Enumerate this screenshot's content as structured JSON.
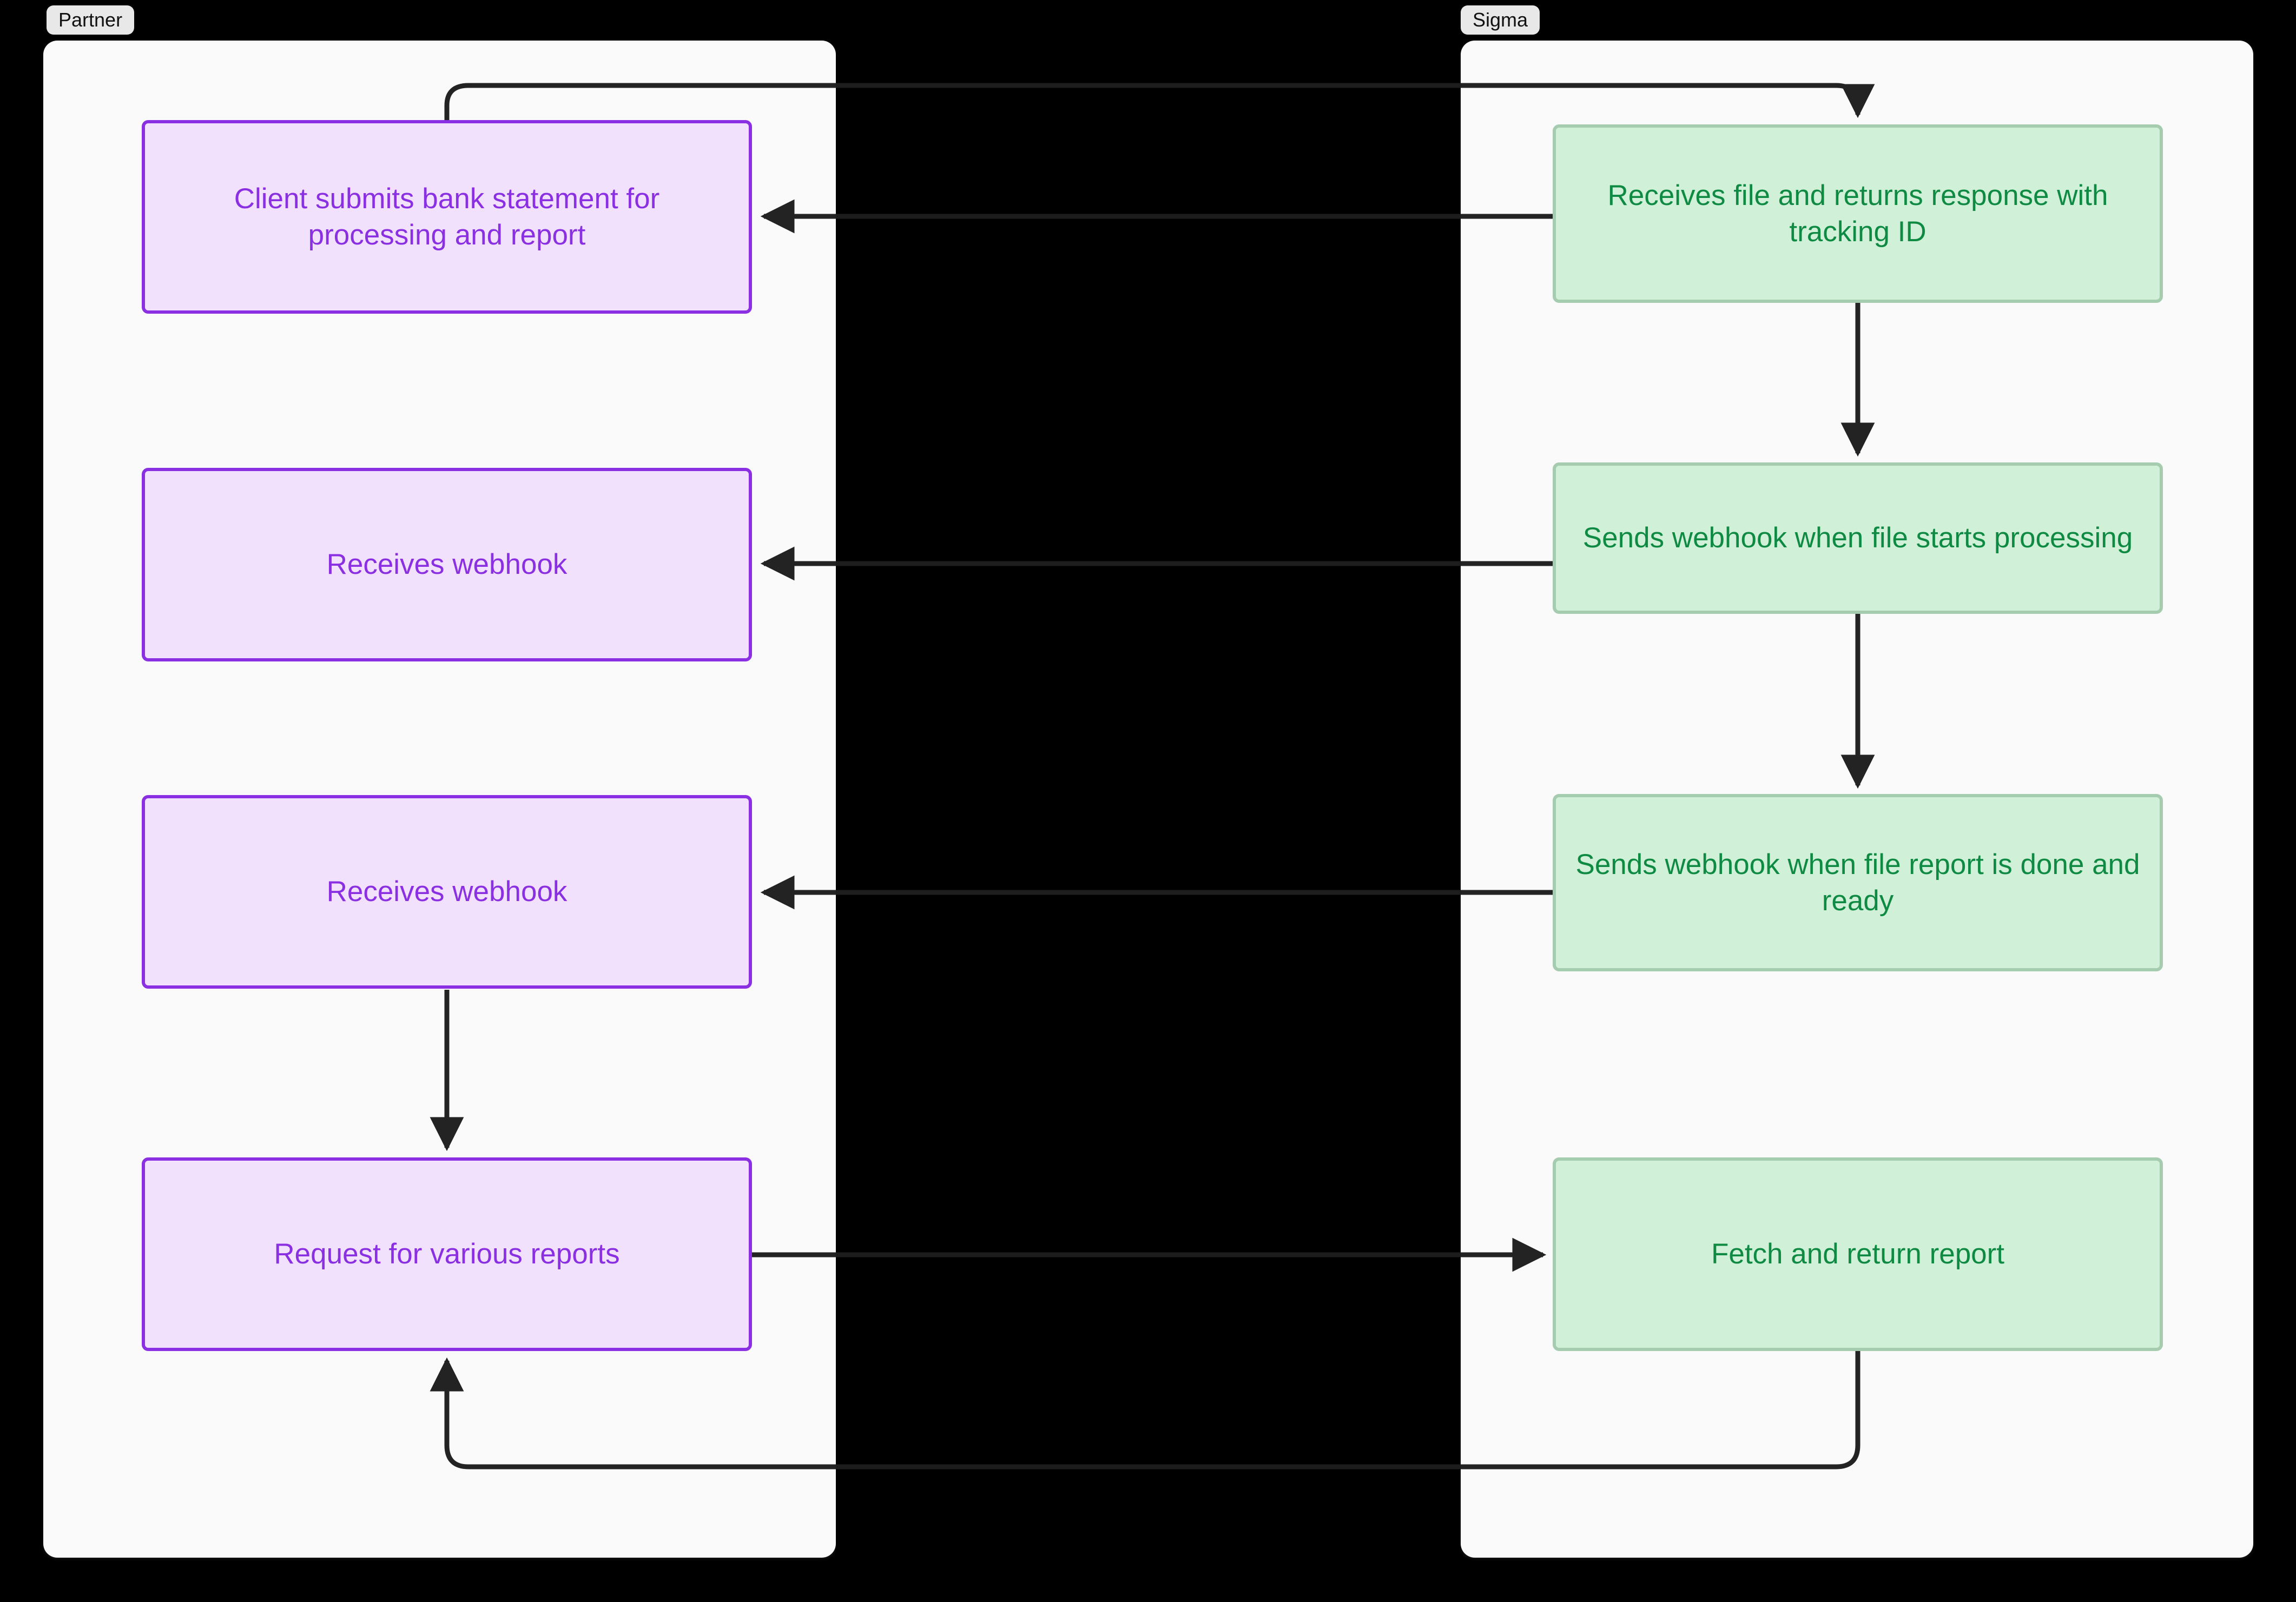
{
  "diagram": {
    "title": "Partner / Sigma file-processing sequence",
    "background_color": "#000000",
    "lane_background": "#FAFAFA"
  },
  "lanes": [
    {
      "id": "partner",
      "label": "Partner",
      "accent_color": "#8A2FE2",
      "node_fill": "#F1E1FC",
      "nodes": [
        {
          "id": "p1",
          "label": "Client submits bank statement for processing and report"
        },
        {
          "id": "p2",
          "label": "Receives webhook"
        },
        {
          "id": "p3",
          "label": "Receives webhook"
        },
        {
          "id": "p4",
          "label": "Request for various reports"
        }
      ]
    },
    {
      "id": "sigma",
      "label": "Sigma",
      "accent_color": "#0E8A43",
      "node_fill": "#D0F0D8",
      "nodes": [
        {
          "id": "s1",
          "label": "Receives file and returns response with tracking ID"
        },
        {
          "id": "s2",
          "label": "Sends webhook when file starts processing"
        },
        {
          "id": "s3",
          "label": "Sends webhook when file report is done and ready"
        },
        {
          "id": "s4",
          "label": "Fetch and return report"
        }
      ]
    }
  ],
  "edges": [
    {
      "id": "e1",
      "from": "p1",
      "to": "s1",
      "direction": "partner-to-sigma",
      "routing": "top-loop",
      "label": ""
    },
    {
      "id": "e2",
      "from": "s1",
      "to": "p1",
      "direction": "sigma-to-partner",
      "routing": "straight",
      "label": ""
    },
    {
      "id": "e3",
      "from": "s1",
      "to": "s2",
      "direction": "within-sigma",
      "routing": "vertical",
      "label": ""
    },
    {
      "id": "e4",
      "from": "s2",
      "to": "p2",
      "direction": "sigma-to-partner",
      "routing": "straight",
      "label": ""
    },
    {
      "id": "e5",
      "from": "s2",
      "to": "s3",
      "direction": "within-sigma",
      "routing": "vertical",
      "label": ""
    },
    {
      "id": "e6",
      "from": "s3",
      "to": "p3",
      "direction": "sigma-to-partner",
      "routing": "straight",
      "label": ""
    },
    {
      "id": "e7",
      "from": "p3",
      "to": "p4",
      "direction": "within-partner",
      "routing": "vertical",
      "label": ""
    },
    {
      "id": "e8",
      "from": "p4",
      "to": "s4",
      "direction": "partner-to-sigma",
      "routing": "straight",
      "label": ""
    },
    {
      "id": "e9",
      "from": "s4",
      "to": "p4",
      "direction": "sigma-to-partner",
      "routing": "bottom-loop",
      "label": ""
    }
  ],
  "colors": {
    "edge_stroke": "#232323",
    "lane_label_bg": "#E8E8E8",
    "lane_label_text": "#111111"
  }
}
